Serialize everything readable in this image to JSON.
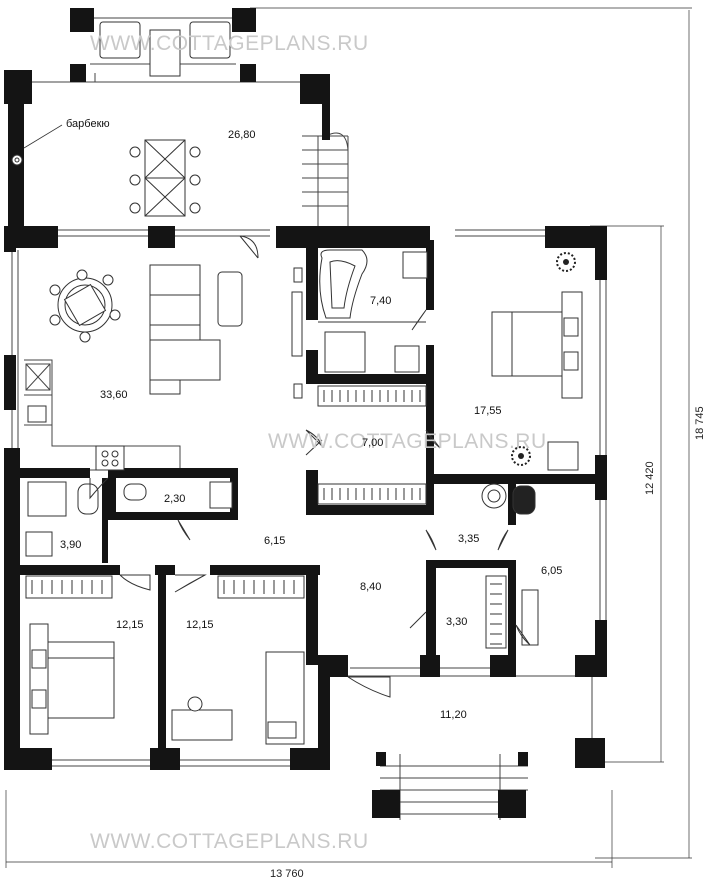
{
  "watermark": "WWW.COTTAGEPLANS.RU",
  "bbq_label": "барбекю",
  "rooms": [
    {
      "id": "terrace",
      "area": "26,80"
    },
    {
      "id": "living",
      "area": "33,60"
    },
    {
      "id": "bath-main",
      "area": "7,40"
    },
    {
      "id": "bedroom-master",
      "area": "17,55"
    },
    {
      "id": "dressing-hall",
      "area": "7,00"
    },
    {
      "id": "wc",
      "area": "2,30"
    },
    {
      "id": "bath-left",
      "area": "3,90"
    },
    {
      "id": "corridor",
      "area": "6,15"
    },
    {
      "id": "utility",
      "area": "3,35"
    },
    {
      "id": "boiler",
      "area": "6,05"
    },
    {
      "id": "hall",
      "area": "8,40"
    },
    {
      "id": "closet",
      "area": "3,30"
    },
    {
      "id": "bedroom-left",
      "area": "12,15"
    },
    {
      "id": "bedroom-right",
      "area": "12,15"
    },
    {
      "id": "porch",
      "area": "11,20"
    }
  ],
  "dimensions": {
    "total_width": "13 760",
    "total_height": "18 745",
    "house_height": "12 420"
  }
}
